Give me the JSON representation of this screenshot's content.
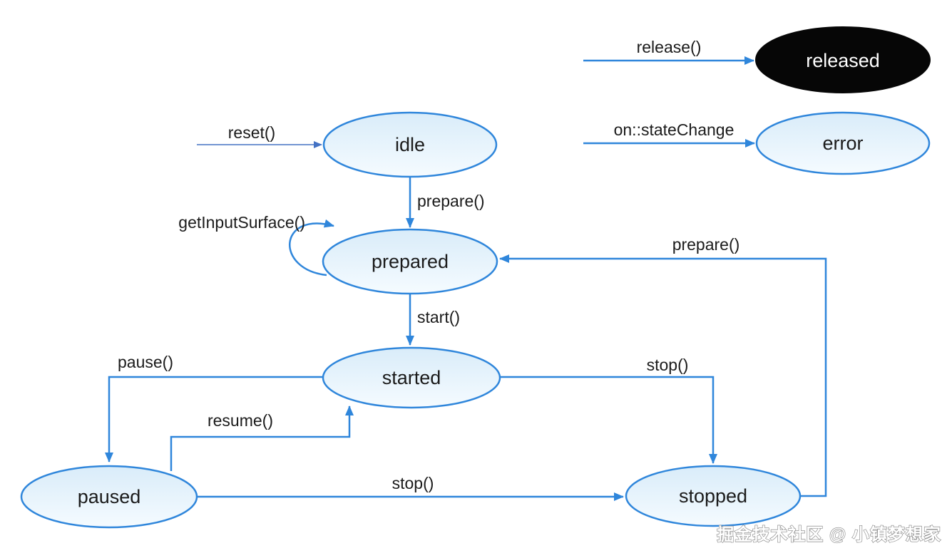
{
  "diagram": {
    "type": "state-machine",
    "states": [
      {
        "id": "idle",
        "label": "idle",
        "style": "light"
      },
      {
        "id": "released",
        "label": "released",
        "style": "dark"
      },
      {
        "id": "error",
        "label": "error",
        "style": "light"
      },
      {
        "id": "prepared",
        "label": "prepared",
        "style": "light"
      },
      {
        "id": "started",
        "label": "started",
        "style": "light"
      },
      {
        "id": "paused",
        "label": "paused",
        "style": "light"
      },
      {
        "id": "stopped",
        "label": "stopped",
        "style": "light"
      }
    ],
    "transitions": [
      {
        "label": "release()",
        "from": "",
        "to": "released"
      },
      {
        "label": "on::stateChange",
        "from": "",
        "to": "error"
      },
      {
        "label": "reset()",
        "from": "",
        "to": "idle"
      },
      {
        "label": "prepare()",
        "from": "idle",
        "to": "prepared"
      },
      {
        "label": "getInputSurface()",
        "from": "prepared",
        "to": "prepared"
      },
      {
        "label": "start()",
        "from": "prepared",
        "to": "started"
      },
      {
        "label": "pause()",
        "from": "started",
        "to": "paused"
      },
      {
        "label": "resume()",
        "from": "paused",
        "to": "started"
      },
      {
        "label": "stop()",
        "from": "started",
        "to": "stopped"
      },
      {
        "label": "stop()",
        "from": "paused",
        "to": "stopped"
      },
      {
        "label": "prepare()",
        "from": "stopped",
        "to": "prepared"
      }
    ],
    "watermark": "掘金技术社区 @ 小镇梦想家",
    "colors": {
      "arrow_blue": "#2F86DB",
      "arrow_navy": "#4472C4",
      "node_stroke": "#2F86DB",
      "node_fill_top": "#D9ECF9",
      "node_fill_bottom": "#F5FBFF",
      "dark_node_fill": "#060606",
      "label_text": "#1B1B1B",
      "background": "#FFFFFF"
    }
  }
}
